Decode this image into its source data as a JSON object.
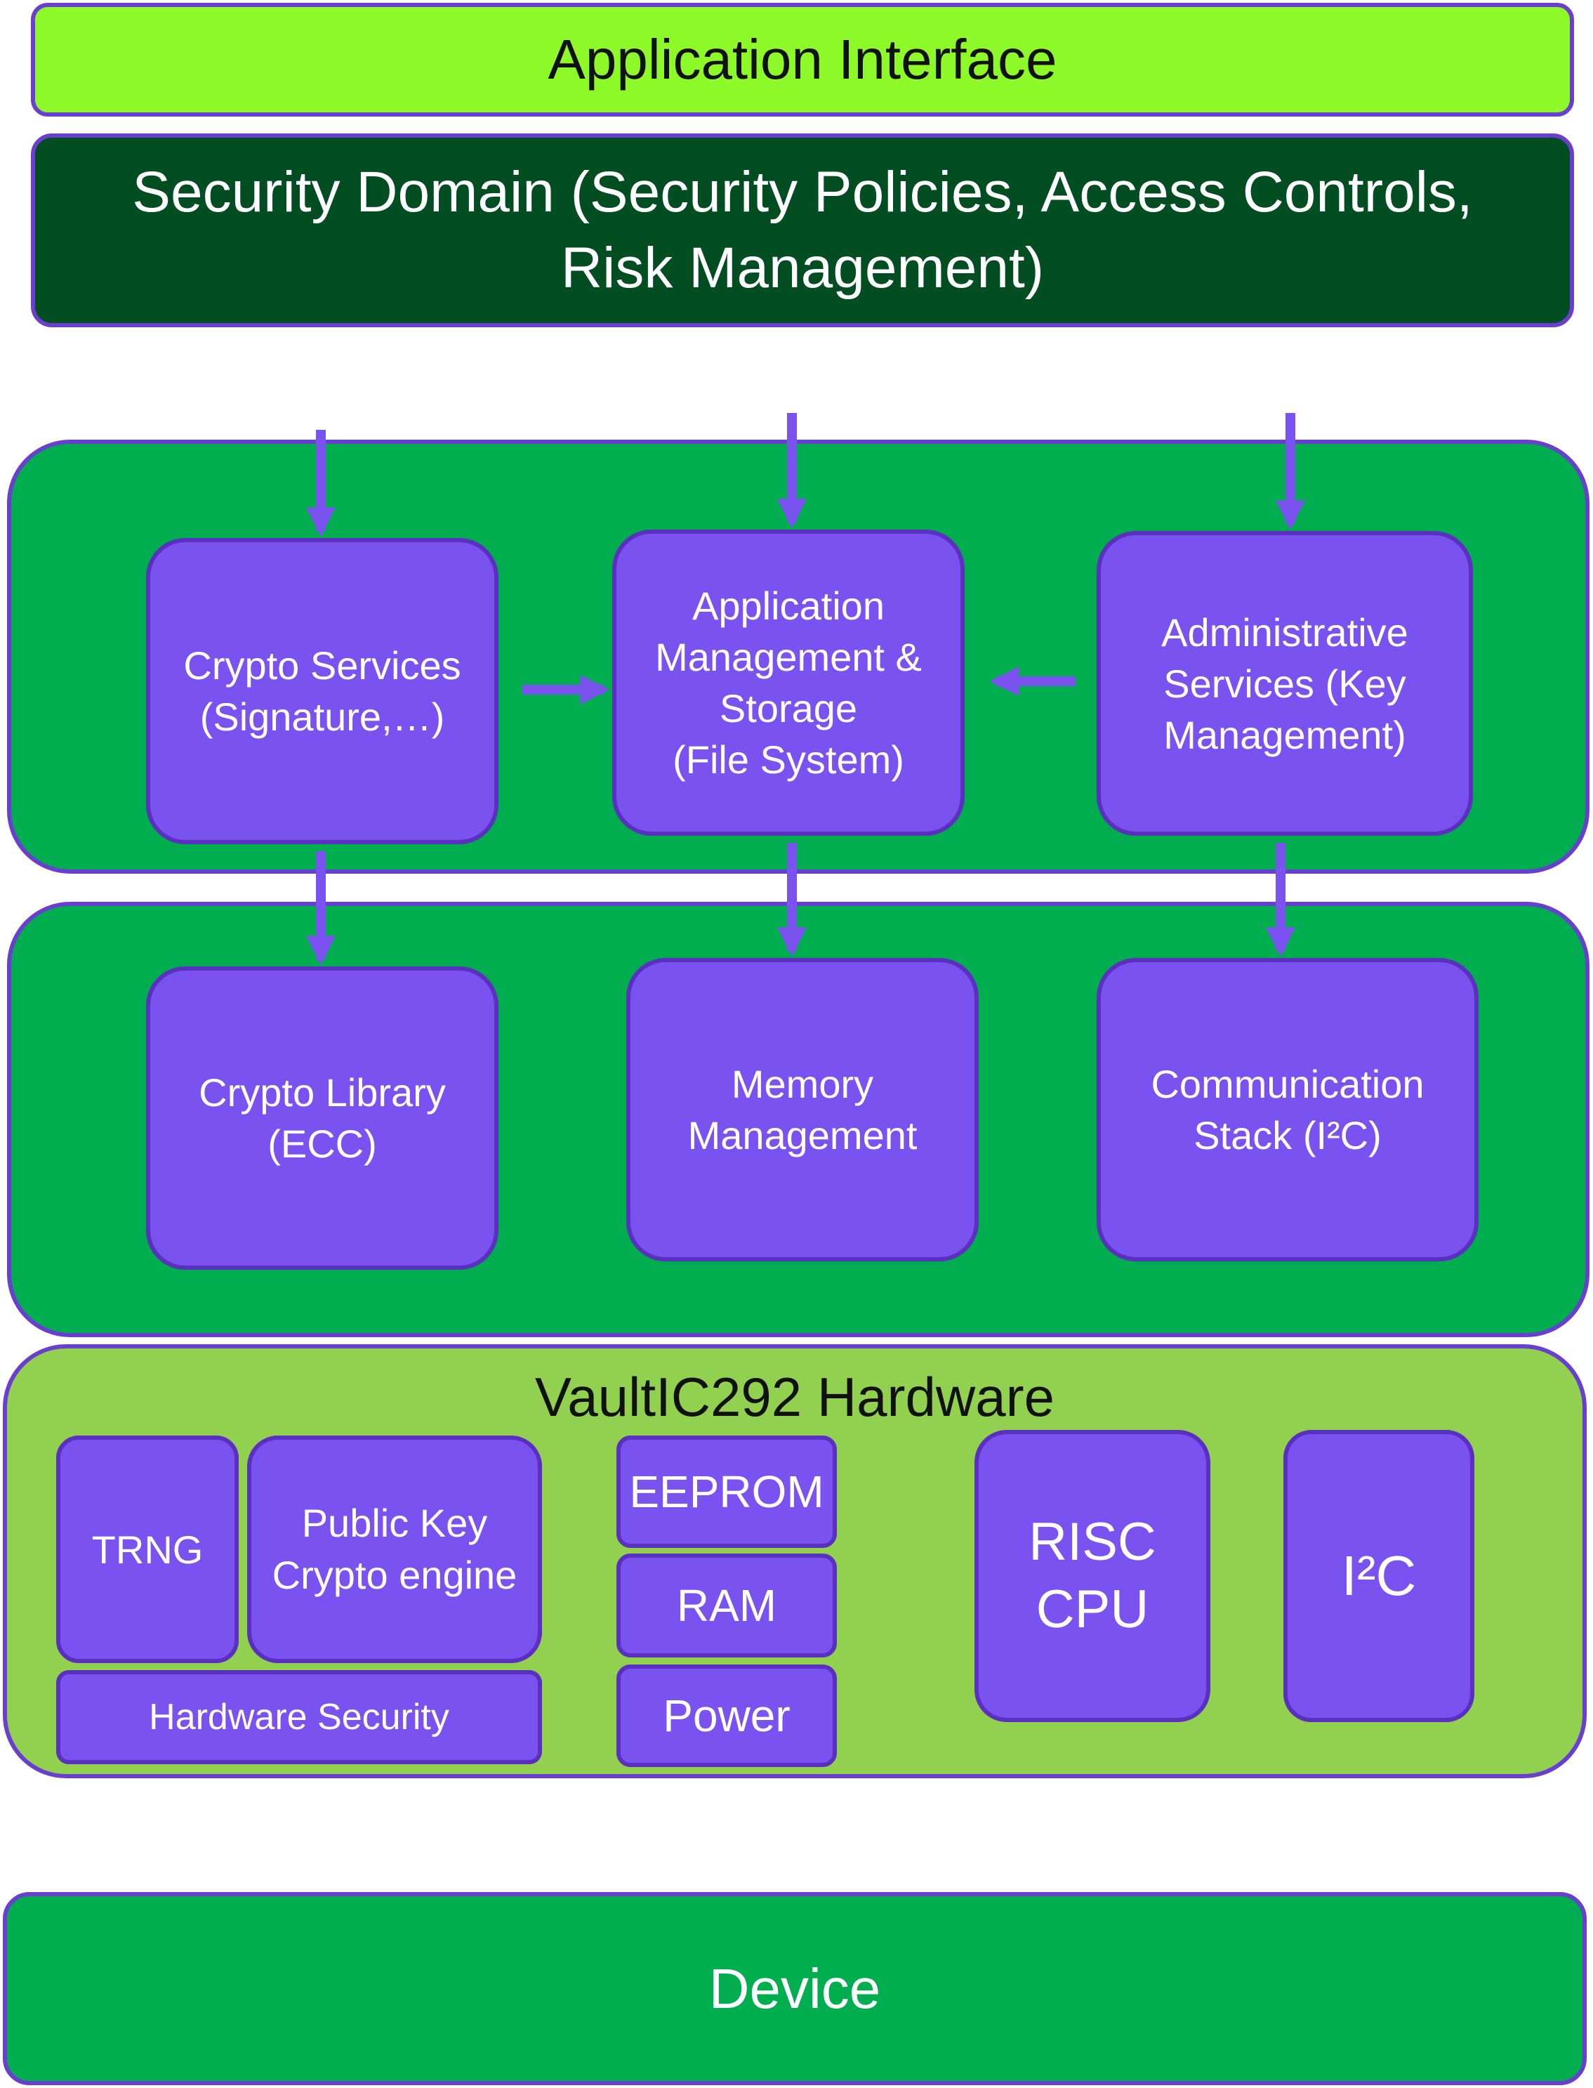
{
  "colors": {
    "lime": "#8ef928",
    "dark_green": "#024d22",
    "green": "#00ad4f",
    "light_green": "#92d050",
    "purple_box": "#7a52f0",
    "purple_border": "#5b2fbf",
    "arrow": "#7a52f0"
  },
  "application_interface": "Application Interface",
  "security_domain": "Security Domain (Security Policies, Access Controls,\nRisk Management)",
  "services": {
    "crypto_services": "Crypto Services\n(Signature,…)",
    "app_management": "Application\nManagement &\nStorage\n(File System)",
    "admin_services": "Administrative\nServices (Key\nManagement)"
  },
  "libraries": {
    "crypto_library": "Crypto Library\n(ECC)",
    "memory_management": "Memory\nManagement",
    "communication_stack": "Communication\nStack (I²C)"
  },
  "hardware": {
    "title": "VaultIC292 Hardware",
    "trng": "TRNG",
    "pk_engine": "Public Key\nCrypto engine",
    "hw_security": "Hardware Security",
    "eeprom": "EEPROM",
    "ram": "RAM",
    "power": "Power",
    "risc_cpu": "RISC\nCPU",
    "i2c": "I²C"
  },
  "device": "Device"
}
